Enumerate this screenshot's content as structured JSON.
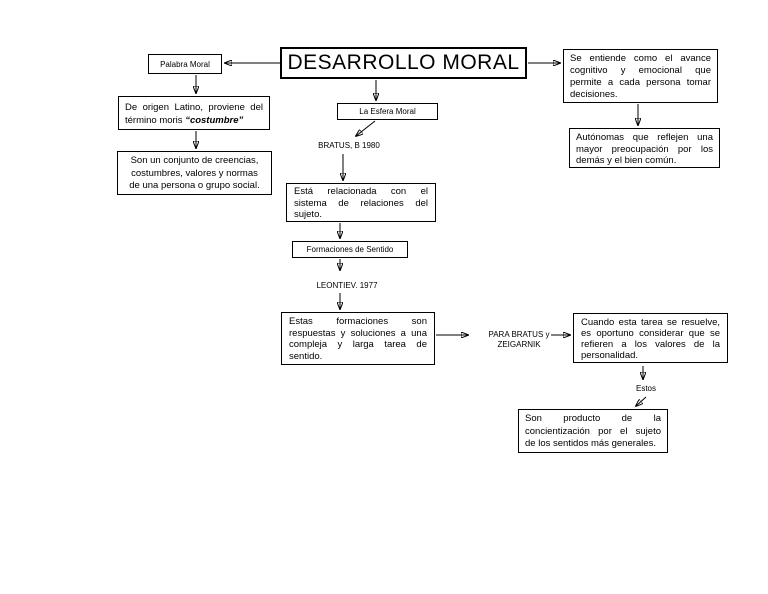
{
  "diagram": {
    "title": "DESARROLLO MORAL",
    "colors": {
      "line": "#000000",
      "background": "#ffffff",
      "text": "#000000"
    },
    "nodes": {
      "palabra_moral": {
        "label": "Palabra Moral"
      },
      "se_entiende": {
        "lines": [
          "Se entiende como el avance",
          "cognitivo y emocional que",
          "permite a cada persona tomar",
          "decisiones."
        ]
      },
      "de_origen": {
        "line1": "De origen Latino, proviene del",
        "line2_prefix": "término moris ",
        "line2_quoted": "“costumbre”"
      },
      "la_esfera_moral": {
        "label": "La Esfera Moral"
      },
      "autonomas": {
        "lines": [
          "Autónomas que reflejen una",
          "mayor preocupación por los",
          "demás y el bien común."
        ]
      },
      "son_conjunto": {
        "lines": [
          "Son un conjunto de creencias,",
          "costumbres, valores y normas",
          "de una persona o grupo social."
        ]
      },
      "bratus": {
        "label": "BRATUS, B 1980"
      },
      "esta_relacionada": {
        "lines": [
          "Está relacionada con el",
          "sistema de relaciones del",
          "sujeto."
        ]
      },
      "formaciones_de_sentido": {
        "label": "Formaciones de Sentido"
      },
      "leontiev": {
        "label": "LEONTIEV. 1977"
      },
      "estas_formaciones": {
        "lines": [
          "Estas formaciones son",
          "respuestas y soluciones a una",
          "compleja y larga tarea de",
          "sentido."
        ]
      },
      "para_bratus": {
        "lines": [
          "PARA BRATUS y",
          "ZEIGARNIK"
        ]
      },
      "cuando_tarea": {
        "lines": [
          "Cuando esta tarea se resuelve,",
          "es oportuno considerar que se",
          "refieren a los valores de la",
          "personalidad."
        ]
      },
      "estos": {
        "label": "Estos"
      },
      "son_producto": {
        "lines": [
          "Son producto de la",
          "concientización por el sujeto",
          "de los sentidos más generales."
        ]
      }
    }
  }
}
